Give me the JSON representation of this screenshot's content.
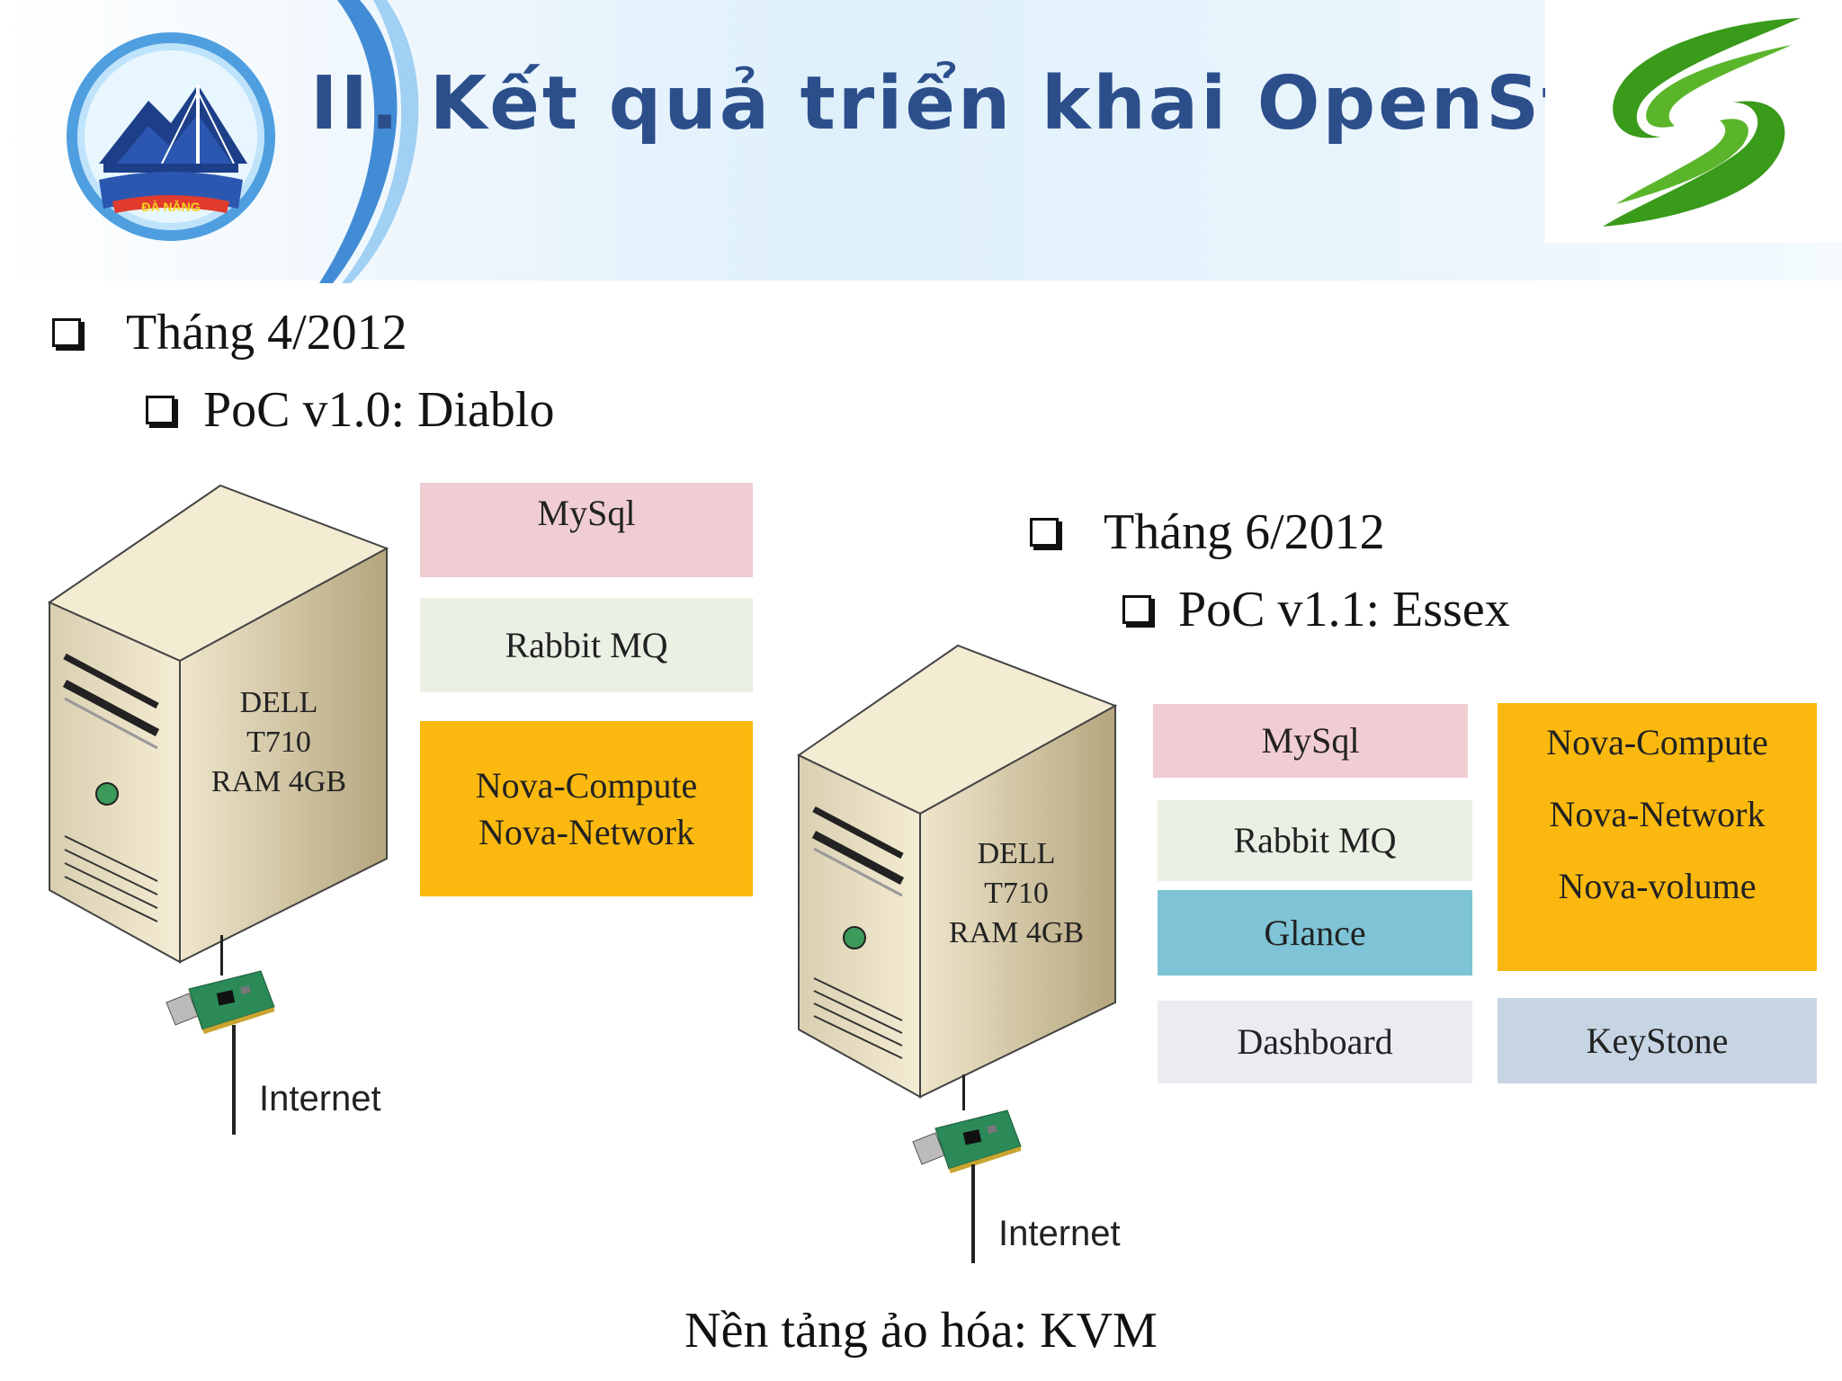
{
  "header": {
    "title": "II. Kết quả triển khai OpenStack",
    "left_logo_text": "ĐÀ NẴNG"
  },
  "colors": {
    "title": "#2c4f8c",
    "mysql": "#f0cdd2",
    "rabbit": "#eaf0e3",
    "nova": "#fbb90f",
    "glance": "#7ec4d6",
    "dashboard": "#ecebf1",
    "keystone": "#c6d4e4",
    "logo_green": "#3a9a1a"
  },
  "poc1": {
    "date": "Tháng 4/2012",
    "version": "PoC v1.0: Diablo",
    "server_lines": [
      "DELL",
      "T710",
      "RAM 4GB"
    ],
    "components": {
      "mysql": "MySql",
      "rabbit": "Rabbit MQ",
      "nova": [
        "Nova-Compute",
        "Nova-Network"
      ]
    },
    "network_label": "Internet"
  },
  "poc2": {
    "date": "Tháng 6/2012",
    "version": "PoC v1.1: Essex",
    "server_lines": [
      "DELL",
      "T710",
      "RAM 4GB"
    ],
    "components": {
      "mysql": "MySql",
      "rabbit": "Rabbit MQ",
      "glance": "Glance",
      "dashboard": "Dashboard",
      "nova": [
        "Nova-Compute",
        "Nova-Network",
        "Nova-volume"
      ],
      "keystone": "KeyStone"
    },
    "network_label": "Internet"
  },
  "caption": "Nền tảng ảo hóa: KVM"
}
